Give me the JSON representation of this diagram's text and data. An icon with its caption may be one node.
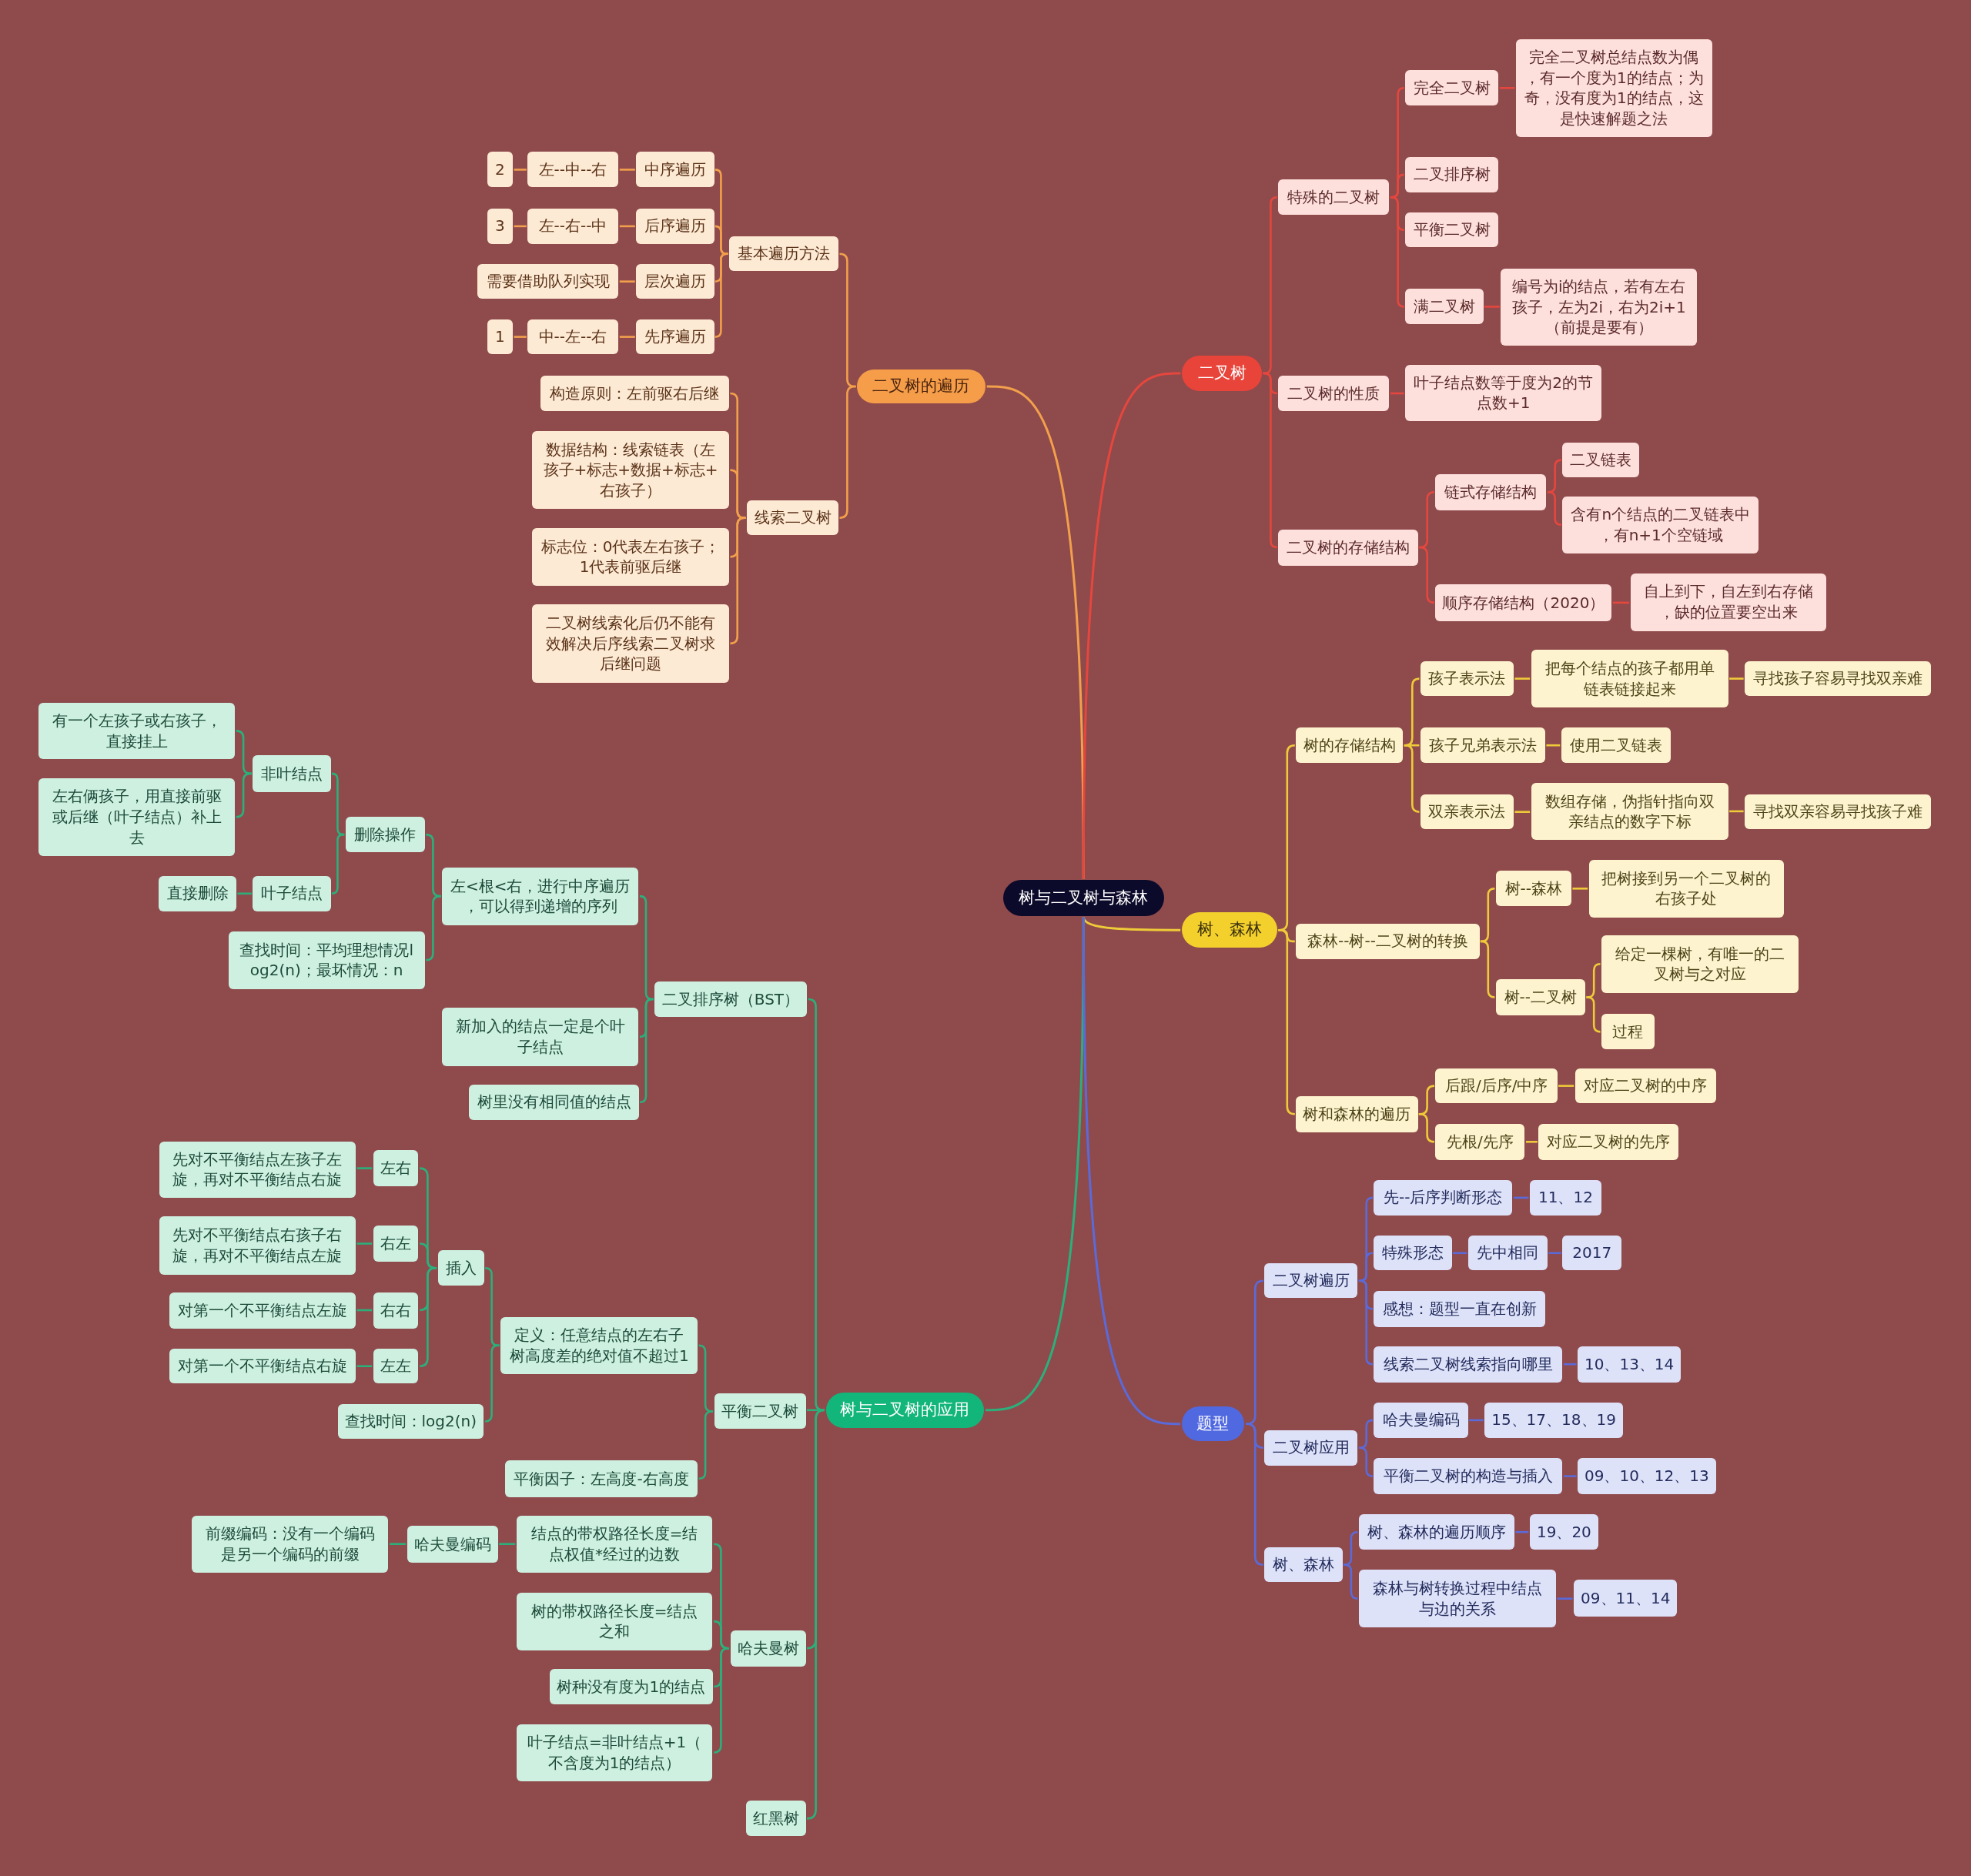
{
  "diagram": {
    "nodes": [
      {
        "text": [
          "树与二叉树与森林"
        ]
      },
      {
        "text": [
          "二叉树的遍历"
        ]
      },
      {
        "text": [
          "基本遍历方法"
        ]
      },
      {
        "text": [
          "中序遍历"
        ]
      },
      {
        "text": [
          "左--中--右"
        ]
      },
      {
        "text": [
          "2"
        ]
      },
      {
        "text": [
          "后序遍历"
        ]
      },
      {
        "text": [
          "左--右--中"
        ]
      },
      {
        "text": [
          "3"
        ]
      },
      {
        "text": [
          "层次遍历"
        ]
      },
      {
        "text": [
          "需要借助队列实现"
        ]
      },
      {
        "text": [
          "先序遍历"
        ]
      },
      {
        "text": [
          "中--左--右"
        ]
      },
      {
        "text": [
          "1"
        ]
      },
      {
        "text": [
          "线索二叉树"
        ]
      },
      {
        "text": [
          "构造原则：左前驱右后继"
        ]
      },
      {
        "text": [
          "数据结构：线索链表（左孩子+标志+数据+标志+右孩子）"
        ]
      },
      {
        "text": [
          "标志位：0代表左右孩子；1代表前驱后继"
        ]
      },
      {
        "text": [
          "二叉树线索化后仍不能有效解决后序线索二叉树求后继问题"
        ]
      },
      {
        "text": [
          "二叉树"
        ]
      },
      {
        "text": [
          "特殊的二叉树"
        ]
      },
      {
        "text": [
          "完全二叉树"
        ]
      },
      {
        "text": [
          "完全二叉树总结点数为偶，有一个度为1的结点；为奇，没有度为1的结点，这是快速解题之法"
        ]
      },
      {
        "text": [
          "二叉排序树"
        ]
      },
      {
        "text": [
          "平衡二叉树"
        ]
      },
      {
        "text": [
          "满二叉树"
        ]
      },
      {
        "text": [
          "编号为i的结点，若有左右孩子，左为2i，右为2i+1（前提是要有）"
        ]
      },
      {
        "text": [
          "二叉树的性质"
        ]
      },
      {
        "text": [
          "叶子结点数等于度为2的节点数+1"
        ]
      },
      {
        "text": [
          "二叉树的存储结构"
        ]
      },
      {
        "text": [
          "链式存储结构"
        ]
      },
      {
        "text": [
          "二叉链表"
        ]
      },
      {
        "text": [
          "含有n个结点的二叉链表中，有n+1个空链域"
        ]
      },
      {
        "text": [
          "顺序存储结构（2020）"
        ]
      },
      {
        "text": [
          "自上到下，自左到右存储，缺的位置要空出来"
        ]
      },
      {
        "text": [
          "树、森林"
        ]
      },
      {
        "text": [
          "树的存储结构"
        ]
      },
      {
        "text": [
          "孩子表示法"
        ]
      },
      {
        "text": [
          "把每个结点的孩子都用单链表链接起来"
        ]
      },
      {
        "text": [
          "寻找孩子容易寻找双亲难"
        ]
      },
      {
        "text": [
          "孩子兄弟表示法"
        ]
      },
      {
        "text": [
          "使用二叉链表"
        ]
      },
      {
        "text": [
          "双亲表示法"
        ]
      },
      {
        "text": [
          "数组存储，伪指针指向双亲结点的数字下标"
        ]
      },
      {
        "text": [
          "寻找双亲容易寻找孩子难"
        ]
      },
      {
        "text": [
          "森林--树--二叉树的转换"
        ]
      },
      {
        "text": [
          "树--森林"
        ]
      },
      {
        "text": [
          "把树接到另一个二叉树的右孩子处"
        ]
      },
      {
        "text": [
          "树--二叉树"
        ]
      },
      {
        "text": [
          "给定一棵树，有唯一的二叉树与之对应"
        ]
      },
      {
        "text": [
          "过程"
        ]
      },
      {
        "text": [
          "树和森林的遍历"
        ]
      },
      {
        "text": [
          "后跟/后序/中序"
        ]
      },
      {
        "text": [
          "对应二叉树的中序"
        ]
      },
      {
        "text": [
          "先根/先序"
        ]
      },
      {
        "text": [
          "对应二叉树的先序"
        ]
      },
      {
        "text": [
          "树与二叉树的应用"
        ]
      },
      {
        "text": [
          "二叉排序树（BST）"
        ]
      },
      {
        "text": [
          "左<根<右，进行中序遍历，可以得到递增的序列"
        ]
      },
      {
        "text": [
          "删除操作"
        ]
      },
      {
        "text": [
          "非叶结点"
        ]
      },
      {
        "text": [
          "有一个左孩子或右孩子，直接挂上"
        ]
      },
      {
        "text": [
          "左右俩孩子，用直接前驱或后继（叶子结点）补上去"
        ]
      },
      {
        "text": [
          "叶子结点"
        ]
      },
      {
        "text": [
          "直接删除"
        ]
      },
      {
        "text": [
          "查找时间：平均理想情况log2(n)；最坏情况：n"
        ]
      },
      {
        "text": [
          "新加入的结点一定是个叶子结点"
        ]
      },
      {
        "text": [
          "树里没有相同值的结点"
        ]
      },
      {
        "text": [
          "平衡二叉树"
        ]
      },
      {
        "text": [
          "定义：任意结点的左右子树高度差的绝对值不超过1"
        ]
      },
      {
        "text": [
          "插入"
        ]
      },
      {
        "text": [
          "左右"
        ]
      },
      {
        "text": [
          "先对不平衡结点左孩子左旋，再对不平衡结点右旋"
        ]
      },
      {
        "text": [
          "右左"
        ]
      },
      {
        "text": [
          "先对不平衡结点右孩子右旋，再对不平衡结点左旋"
        ]
      },
      {
        "text": [
          "右右"
        ]
      },
      {
        "text": [
          "对第一个不平衡结点左旋"
        ]
      },
      {
        "text": [
          "左左"
        ]
      },
      {
        "text": [
          "对第一个不平衡结点右旋"
        ]
      },
      {
        "text": [
          "查找时间：log2(n)"
        ]
      },
      {
        "text": [
          "平衡因子：左高度-右高度"
        ]
      },
      {
        "text": [
          "哈夫曼树"
        ]
      },
      {
        "text": [
          "结点的带权路径长度=结点权值*经过的边数"
        ]
      },
      {
        "text": [
          "哈夫曼编码"
        ]
      },
      {
        "text": [
          "前缀编码：没有一个编码是另一个编码的前缀"
        ]
      },
      {
        "text": [
          "树的带权路径长度=结点之和"
        ]
      },
      {
        "text": [
          "树种没有度为1的结点"
        ]
      },
      {
        "text": [
          "叶子结点=非叶结点+1（不含度为1的结点）"
        ]
      },
      {
        "text": [
          "红黑树"
        ]
      },
      {
        "text": [
          "题型"
        ]
      },
      {
        "text": [
          "二叉树遍历"
        ]
      },
      {
        "text": [
          "先--后序判断形态"
        ]
      },
      {
        "text": [
          "11、12"
        ]
      },
      {
        "text": [
          "特殊形态"
        ]
      },
      {
        "text": [
          "先中相同"
        ]
      },
      {
        "text": [
          "2017"
        ]
      },
      {
        "text": [
          "感想：题型一直在创新"
        ]
      },
      {
        "text": [
          "线索二叉树线索指向哪里"
        ]
      },
      {
        "text": [
          "10、13、14"
        ]
      },
      {
        "text": [
          "二叉树应用"
        ]
      },
      {
        "text": [
          "哈夫曼编码"
        ]
      },
      {
        "text": [
          "15、17、18、19"
        ]
      },
      {
        "text": [
          "平衡二叉树的构造与插入"
        ]
      },
      {
        "text": [
          "09、10、12、13"
        ]
      },
      {
        "text": [
          "树、森林"
        ]
      },
      {
        "text": [
          "树、森林的遍历顺序"
        ]
      },
      {
        "text": [
          "19、20"
        ]
      },
      {
        "text": [
          "森林与树转换过程中结点与边的关系"
        ]
      },
      {
        "text": [
          "09、11、14"
        ]
      }
    ],
    "edges": [
      {
        "from": 0,
        "to": 1,
        "arrow": "none",
        "color": "#f2a04c"
      },
      {
        "from": 1,
        "to": 2,
        "arrow": "none",
        "color": "#f2a04c"
      },
      {
        "from": 1,
        "to": 14,
        "arrow": "none",
        "color": "#f2a04c"
      },
      {
        "from": 2,
        "to": 3,
        "arrow": "none",
        "color": "#f2a04c"
      },
      {
        "from": 2,
        "to": 6,
        "arrow": "none",
        "color": "#f2a04c"
      },
      {
        "from": 2,
        "to": 9,
        "arrow": "none",
        "color": "#f2a04c"
      },
      {
        "from": 2,
        "to": 11,
        "arrow": "none",
        "color": "#f2a04c"
      },
      {
        "from": 3,
        "to": 4,
        "arrow": "none",
        "color": "#f2a04c"
      },
      {
        "from": 4,
        "to": 5,
        "arrow": "none",
        "color": "#f2a04c"
      },
      {
        "from": 6,
        "to": 7,
        "arrow": "none",
        "color": "#f2a04c"
      },
      {
        "from": 7,
        "to": 8,
        "arrow": "none",
        "color": "#f2a04c"
      },
      {
        "from": 9,
        "to": 10,
        "arrow": "none",
        "color": "#f2a04c"
      },
      {
        "from": 11,
        "to": 12,
        "arrow": "none",
        "color": "#f2a04c"
      },
      {
        "from": 12,
        "to": 13,
        "arrow": "none",
        "color": "#f2a04c"
      },
      {
        "from": 14,
        "to": 15,
        "arrow": "none",
        "color": "#f2a04c"
      },
      {
        "from": 14,
        "to": 16,
        "arrow": "none",
        "color": "#f2a04c"
      },
      {
        "from": 14,
        "to": 17,
        "arrow": "none",
        "color": "#f2a04c"
      },
      {
        "from": 14,
        "to": 18,
        "arrow": "none",
        "color": "#f2a04c"
      },
      {
        "from": 0,
        "to": 19,
        "arrow": "none",
        "color": "#e5473e"
      },
      {
        "from": 19,
        "to": 20,
        "arrow": "none",
        "color": "#e5473e"
      },
      {
        "from": 19,
        "to": 27,
        "arrow": "none",
        "color": "#e5473e"
      },
      {
        "from": 19,
        "to": 29,
        "arrow": "none",
        "color": "#e5473e"
      },
      {
        "from": 20,
        "to": 21,
        "arrow": "none",
        "color": "#e5473e"
      },
      {
        "from": 20,
        "to": 23,
        "arrow": "none",
        "color": "#e5473e"
      },
      {
        "from": 20,
        "to": 24,
        "arrow": "none",
        "color": "#e5473e"
      },
      {
        "from": 20,
        "to": 25,
        "arrow": "none",
        "color": "#e5473e"
      },
      {
        "from": 21,
        "to": 22,
        "arrow": "none",
        "color": "#e5473e"
      },
      {
        "from": 25,
        "to": 26,
        "arrow": "none",
        "color": "#e5473e"
      },
      {
        "from": 27,
        "to": 28,
        "arrow": "none",
        "color": "#e5473e"
      },
      {
        "from": 29,
        "to": 30,
        "arrow": "none",
        "color": "#e5473e"
      },
      {
        "from": 29,
        "to": 33,
        "arrow": "none",
        "color": "#e5473e"
      },
      {
        "from": 30,
        "to": 31,
        "arrow": "none",
        "color": "#e5473e"
      },
      {
        "from": 30,
        "to": 32,
        "arrow": "none",
        "color": "#e5473e"
      },
      {
        "from": 33,
        "to": 34,
        "arrow": "none",
        "color": "#e5473e"
      },
      {
        "from": 0,
        "to": 35,
        "arrow": "none",
        "color": "#eecb38"
      },
      {
        "from": 35,
        "to": 36,
        "arrow": "none",
        "color": "#eecb38"
      },
      {
        "from": 35,
        "to": 45,
        "arrow": "none",
        "color": "#eecb38"
      },
      {
        "from": 35,
        "to": 51,
        "arrow": "none",
        "color": "#eecb38"
      },
      {
        "from": 36,
        "to": 37,
        "arrow": "none",
        "color": "#eecb38"
      },
      {
        "from": 36,
        "to": 40,
        "arrow": "none",
        "color": "#eecb38"
      },
      {
        "from": 36,
        "to": 42,
        "arrow": "none",
        "color": "#eecb38"
      },
      {
        "from": 37,
        "to": 38,
        "arrow": "none",
        "color": "#eecb38"
      },
      {
        "from": 38,
        "to": 39,
        "arrow": "none",
        "color": "#eecb38"
      },
      {
        "from": 40,
        "to": 41,
        "arrow": "none",
        "color": "#eecb38"
      },
      {
        "from": 42,
        "to": 43,
        "arrow": "none",
        "color": "#eecb38"
      },
      {
        "from": 43,
        "to": 44,
        "arrow": "none",
        "color": "#eecb38"
      },
      {
        "from": 45,
        "to": 46,
        "arrow": "none",
        "color": "#eecb38"
      },
      {
        "from": 45,
        "to": 48,
        "arrow": "none",
        "color": "#eecb38"
      },
      {
        "from": 46,
        "to": 47,
        "arrow": "none",
        "color": "#eecb38"
      },
      {
        "from": 48,
        "to": 49,
        "arrow": "none",
        "color": "#eecb38"
      },
      {
        "from": 48,
        "to": 50,
        "arrow": "none",
        "color": "#eecb38"
      },
      {
        "from": 51,
        "to": 52,
        "arrow": "none",
        "color": "#eecb38"
      },
      {
        "from": 51,
        "to": 54,
        "arrow": "none",
        "color": "#eecb38"
      },
      {
        "from": 52,
        "to": 53,
        "arrow": "none",
        "color": "#eecb38"
      },
      {
        "from": 54,
        "to": 55,
        "arrow": "none",
        "color": "#eecb38"
      },
      {
        "from": 0,
        "to": 56,
        "arrow": "none"
      },
      {
        "from": 56,
        "to": 57,
        "arrow": "none"
      },
      {
        "from": 56,
        "to": 68,
        "arrow": "none"
      },
      {
        "from": 56,
        "to": 81,
        "arrow": "none"
      },
      {
        "from": 56,
        "to": 88,
        "arrow": "none"
      },
      {
        "from": 57,
        "to": 58,
        "arrow": "none"
      },
      {
        "from": 57,
        "to": 66,
        "arrow": "none"
      },
      {
        "from": 57,
        "to": 67,
        "arrow": "none"
      },
      {
        "from": 58,
        "to": 59,
        "arrow": "none"
      },
      {
        "from": 58,
        "to": 65,
        "arrow": "none"
      },
      {
        "from": 59,
        "to": 60,
        "arrow": "none"
      },
      {
        "from": 59,
        "to": 63,
        "arrow": "none"
      },
      {
        "from": 60,
        "to": 61,
        "arrow": "none"
      },
      {
        "from": 60,
        "to": 62,
        "arrow": "none"
      },
      {
        "from": 63,
        "to": 64,
        "arrow": "none"
      },
      {
        "from": 68,
        "to": 69,
        "arrow": "none"
      },
      {
        "from": 68,
        "to": 80,
        "arrow": "none"
      },
      {
        "from": 69,
        "to": 70,
        "arrow": "none"
      },
      {
        "from": 69,
        "to": 79,
        "arrow": "none"
      },
      {
        "from": 70,
        "to": 71,
        "arrow": "none"
      },
      {
        "from": 70,
        "to": 73,
        "arrow": "none"
      },
      {
        "from": 70,
        "to": 75,
        "arrow": "none"
      },
      {
        "from": 70,
        "to": 77,
        "arrow": "none"
      },
      {
        "from": 71,
        "to": 72,
        "arrow": "none"
      },
      {
        "from": 73,
        "to": 74,
        "arrow": "none"
      },
      {
        "from": 75,
        "to": 76,
        "arrow": "none"
      },
      {
        "from": 77,
        "to": 78,
        "arrow": "none"
      },
      {
        "from": 81,
        "to": 82,
        "arrow": "none"
      },
      {
        "from": 81,
        "to": 85,
        "arrow": "none"
      },
      {
        "from": 81,
        "to": 86,
        "arrow": "none"
      },
      {
        "from": 81,
        "to": 87,
        "arrow": "none"
      },
      {
        "from": 82,
        "to": 83,
        "arrow": "none"
      },
      {
        "from": 83,
        "to": 84,
        "arrow": "none"
      },
      {
        "from": 0,
        "to": 89,
        "arrow": "none",
        "color": "#5b6ad9"
      },
      {
        "from": 89,
        "to": 90,
        "arrow": "none",
        "color": "#5b6ad9"
      },
      {
        "from": 89,
        "to": 99,
        "arrow": "none",
        "color": "#5b6ad9"
      },
      {
        "from": 89,
        "to": 104,
        "arrow": "none",
        "color": "#5b6ad9"
      },
      {
        "from": 90,
        "to": 91,
        "arrow": "none",
        "color": "#5b6ad9"
      },
      {
        "from": 90,
        "to": 93,
        "arrow": "none",
        "color": "#5b6ad9"
      },
      {
        "from": 90,
        "to": 96,
        "arrow": "none",
        "color": "#5b6ad9"
      },
      {
        "from": 90,
        "to": 97,
        "arrow": "none",
        "color": "#5b6ad9"
      },
      {
        "from": 91,
        "to": 92,
        "arrow": "none",
        "color": "#5b6ad9"
      },
      {
        "from": 93,
        "to": 94,
        "arrow": "none",
        "color": "#5b6ad9"
      },
      {
        "from": 94,
        "to": 95,
        "arrow": "none",
        "color": "#5b6ad9"
      },
      {
        "from": 97,
        "to": 98,
        "arrow": "none",
        "color": "#5b6ad9"
      },
      {
        "from": 99,
        "to": 100,
        "arrow": "none",
        "color": "#5b6ad9"
      },
      {
        "from": 99,
        "to": 102,
        "arrow": "none",
        "color": "#5b6ad9"
      },
      {
        "from": 100,
        "to": 101,
        "arrow": "none",
        "color": "#5b6ad9"
      },
      {
        "from": 102,
        "to": 103,
        "arrow": "none",
        "color": "#5b6ad9"
      },
      {
        "from": 104,
        "to": 105,
        "arrow": "none",
        "color": "#5b6ad9"
      },
      {
        "from": 104,
        "to": 107,
        "arrow": "none",
        "color": "#5b6ad9"
      },
      {
        "from": 105,
        "to": 106,
        "arrow": "none",
        "color": "#5b6ad9"
      },
      {
        "from": 107,
        "to": 108,
        "arrow": "none",
        "color": "#5b6ad9"
      }
    ]
  }
}
